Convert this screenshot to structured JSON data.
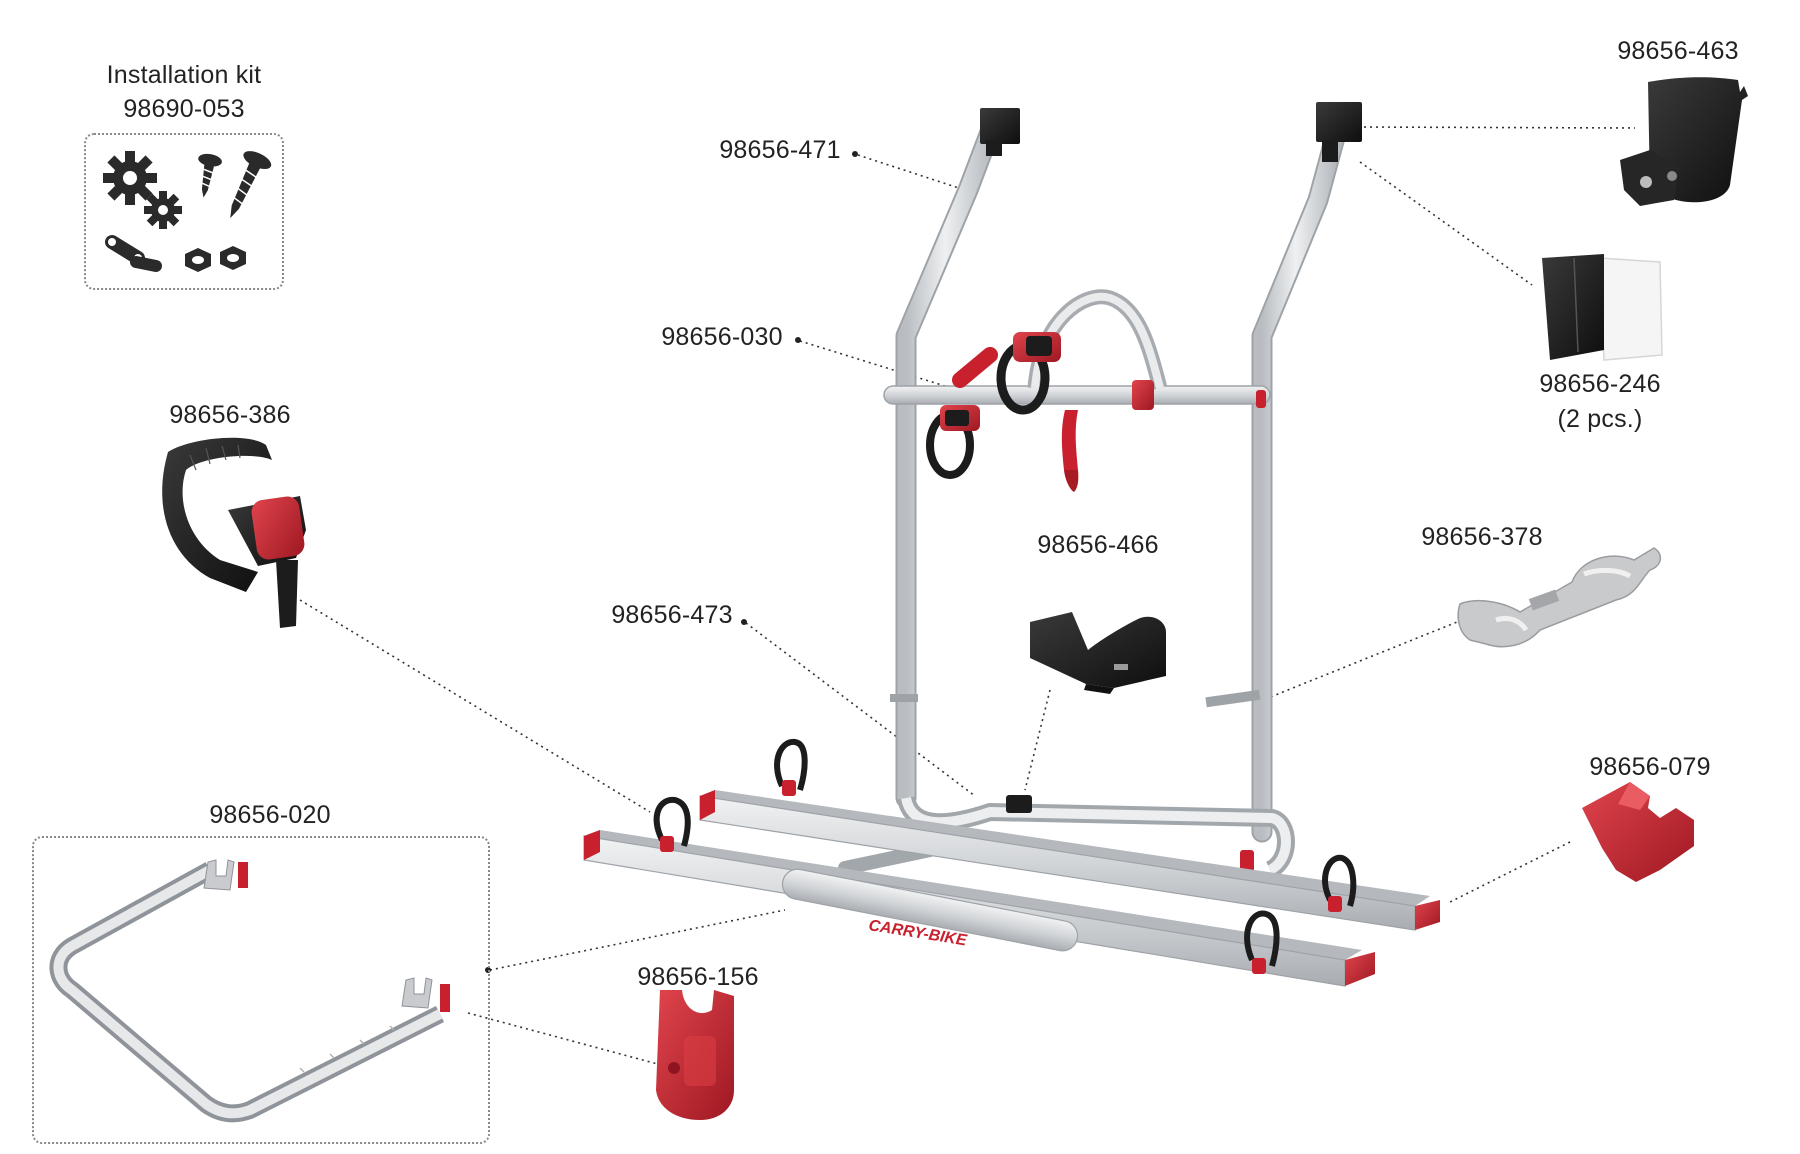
{
  "diagram": {
    "colors": {
      "aluminium": "#d6d9dc",
      "aluminium_dark": "#9ea3a8",
      "accent_red": "#c8202d",
      "rubber_black": "#1c1c1c",
      "text": "#222222",
      "leader": "#333333"
    },
    "kit": {
      "title": "Installation kit",
      "code": "98690-053",
      "icons": [
        "gear-icon",
        "gear-icon",
        "screw-icon",
        "screw-icon",
        "chain-link-icon",
        "nut-icon",
        "nut-icon"
      ]
    },
    "parts": {
      "p471": {
        "code": "98656-471"
      },
      "p463": {
        "code": "98656-463"
      },
      "p030": {
        "code": "98656-030"
      },
      "p246": {
        "code": "98656-246",
        "note": "(2 pcs.)"
      },
      "p386": {
        "code": "98656-386"
      },
      "p466": {
        "code": "98656-466"
      },
      "p378": {
        "code": "98656-378"
      },
      "p473": {
        "code": "98656-473"
      },
      "p079": {
        "code": "98656-079"
      },
      "p020": {
        "code": "98656-020"
      },
      "p156": {
        "code": "98656-156"
      }
    },
    "product_badge": "CARRY-BIKE"
  }
}
